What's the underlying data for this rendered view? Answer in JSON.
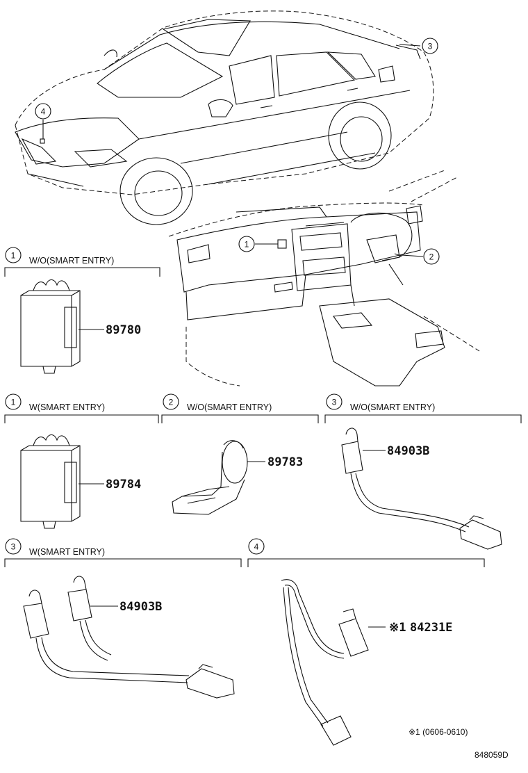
{
  "callouts": {
    "c1": "1",
    "c2": "2",
    "c3": "3",
    "c4": "4"
  },
  "sections": [
    {
      "num": "1",
      "label": "W/O(SMART ENTRY)"
    },
    {
      "num": "1",
      "label": "W(SMART ENTRY)"
    },
    {
      "num": "2",
      "label": "W/O(SMART ENTRY)"
    },
    {
      "num": "3",
      "label": "W/O(SMART ENTRY)"
    },
    {
      "num": "3",
      "label": "W(SMART ENTRY)"
    },
    {
      "num": "4",
      "label": ""
    }
  ],
  "parts": {
    "p89780": "89780",
    "p89784": "89784",
    "p89783": "89783",
    "p84903b_a": "84903B",
    "p84903b_b": "84903B",
    "p84231e": "84231E",
    "p84231e_mark": "※1"
  },
  "footnote": "※1 (0606-0610)",
  "diagram_code": "848059D"
}
